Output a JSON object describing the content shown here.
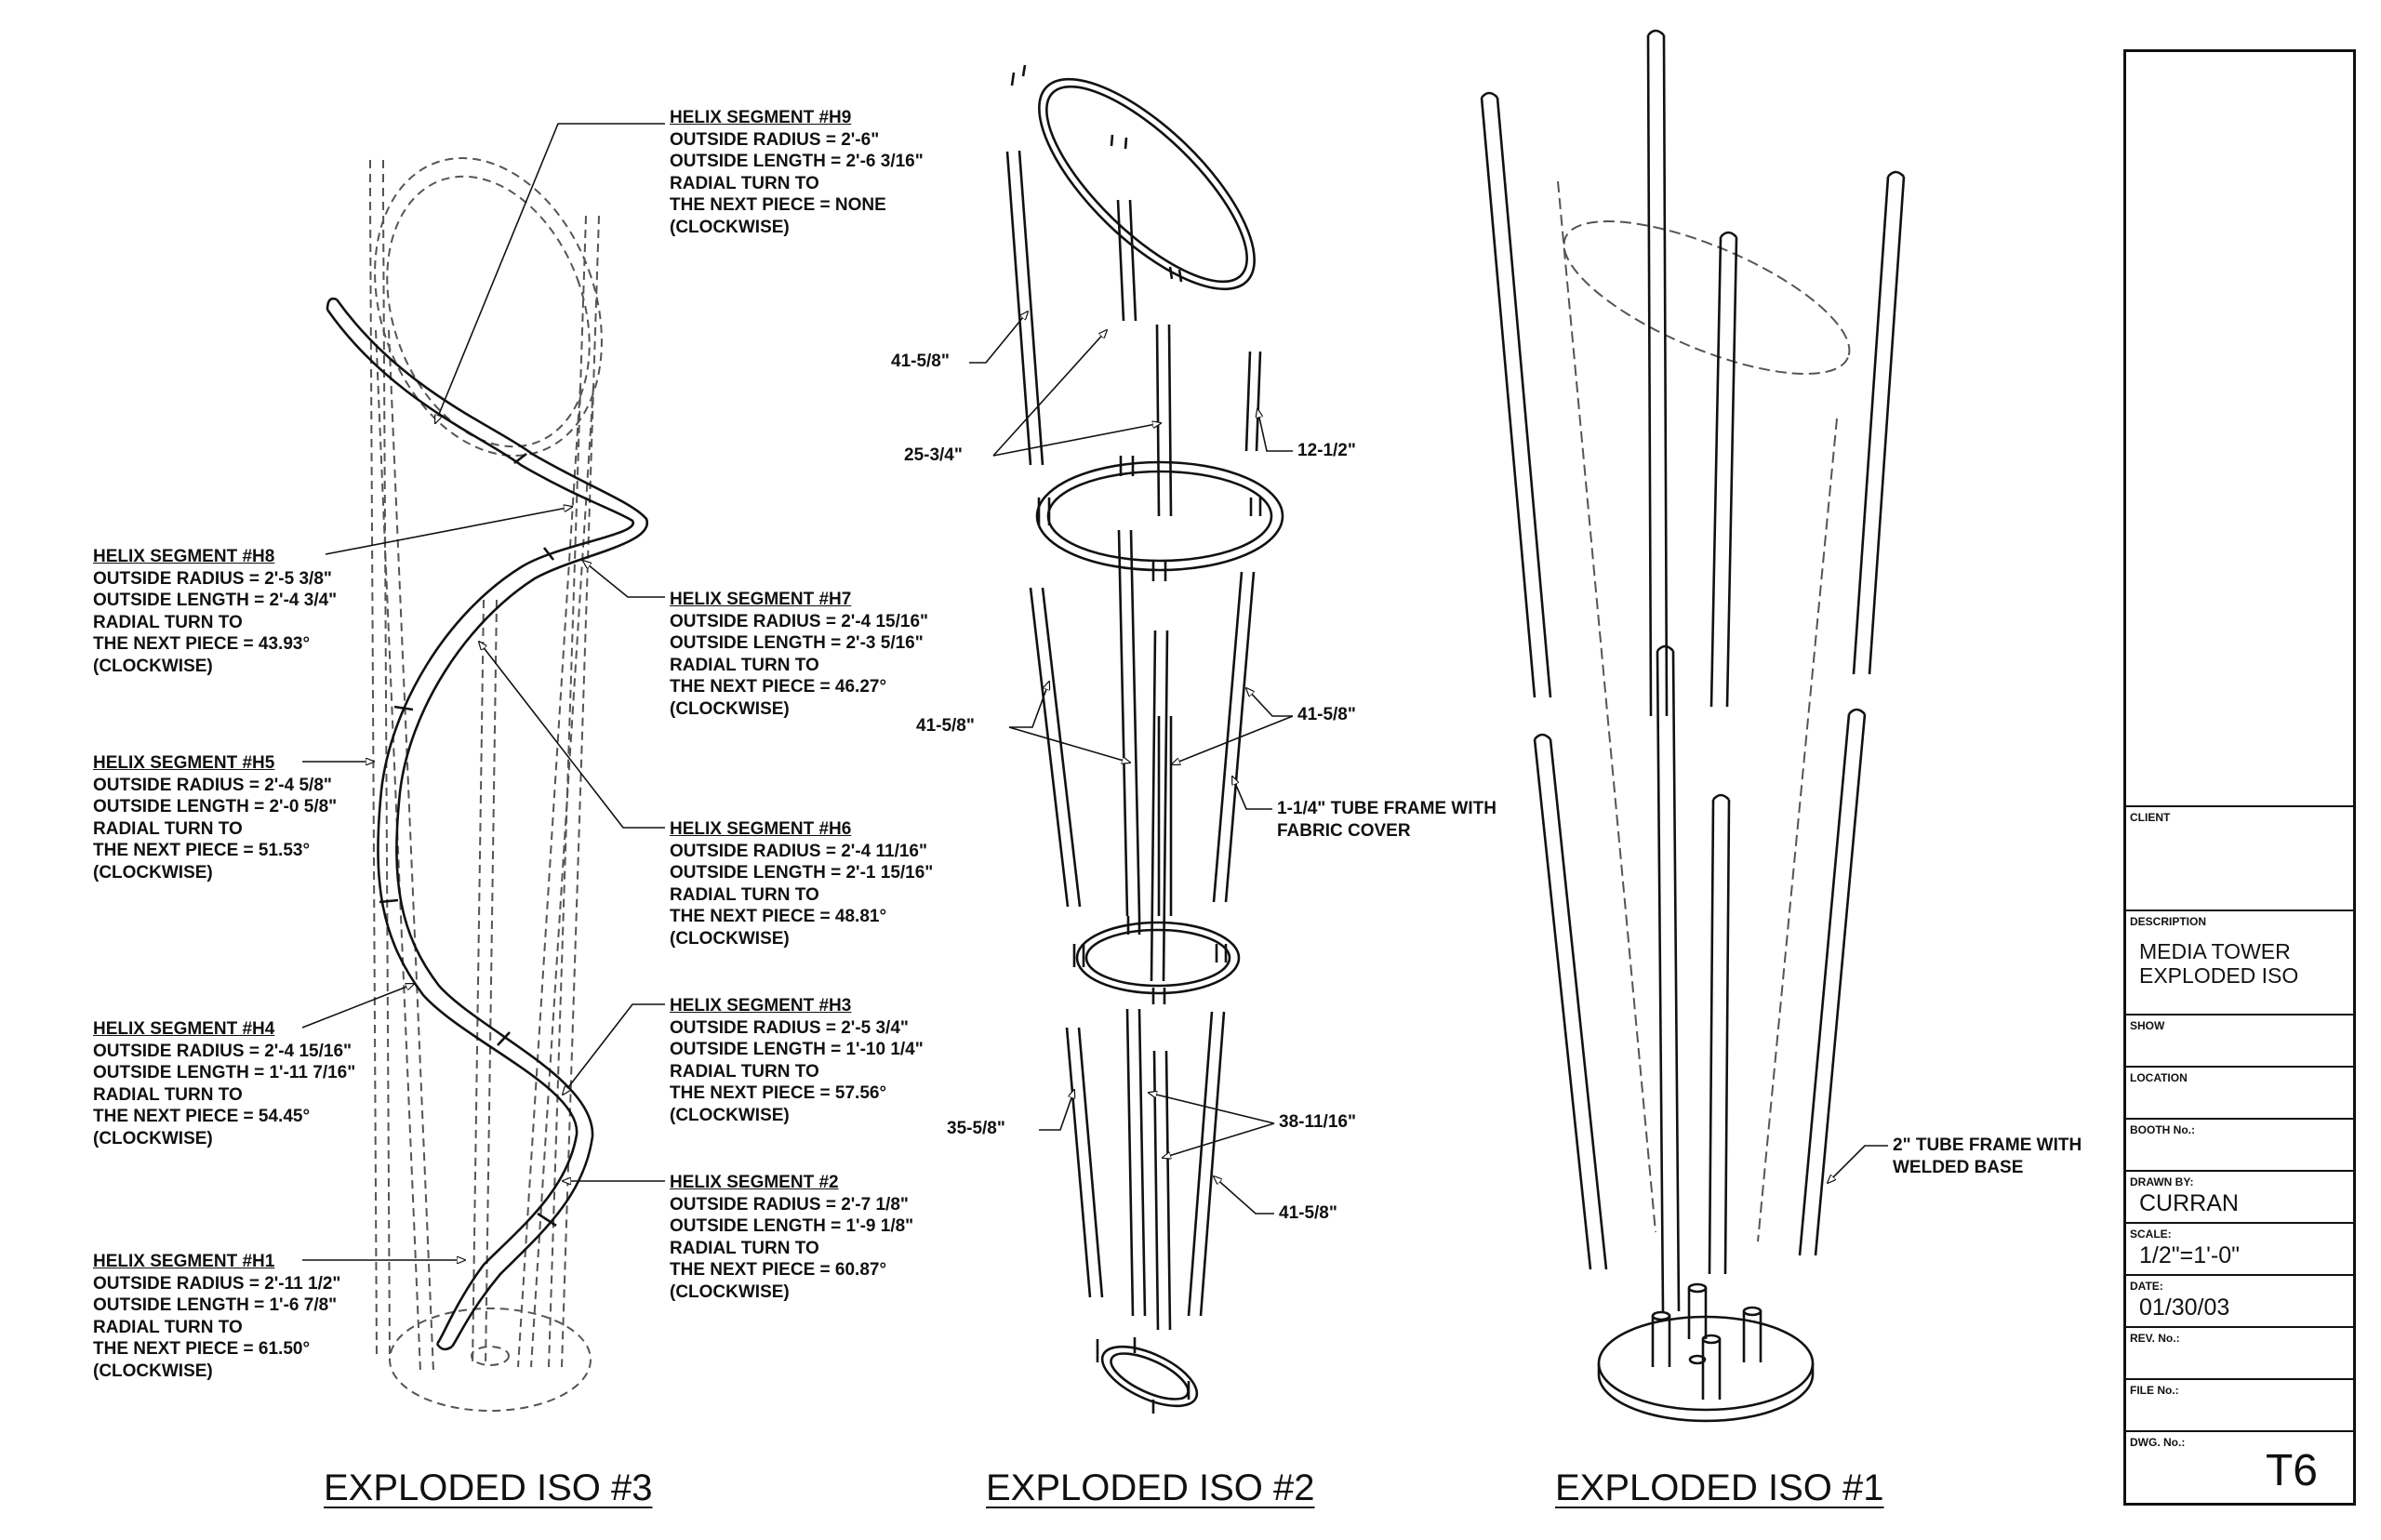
{
  "views": {
    "iso3": {
      "title": "EXPLODED ISO #3",
      "notes": [
        {
          "id": "h9",
          "lines": [
            "HELIX SEGMENT #H9",
            "OUTSIDE RADIUS = 2'-6\"",
            "OUTSIDE LENGTH = 2'-6 3/16\"",
            "RADIAL TURN TO",
            "THE NEXT PIECE = NONE",
            "(CLOCKWISE)"
          ]
        },
        {
          "id": "h8",
          "lines": [
            "HELIX SEGMENT #H8",
            "OUTSIDE RADIUS = 2'-5 3/8\"",
            "OUTSIDE LENGTH = 2'-4 3/4\"",
            "RADIAL TURN TO",
            "THE NEXT PIECE = 43.93°",
            "(CLOCKWISE)"
          ]
        },
        {
          "id": "h7",
          "lines": [
            "HELIX SEGMENT #H7",
            "OUTSIDE RADIUS = 2'-4 15/16\"",
            "OUTSIDE LENGTH = 2'-3 5/16\"",
            "RADIAL TURN TO",
            "THE NEXT PIECE = 46.27°",
            "(CLOCKWISE)"
          ]
        },
        {
          "id": "h5",
          "lines": [
            "HELIX SEGMENT #H5",
            "OUTSIDE RADIUS = 2'-4 5/8\"",
            "OUTSIDE LENGTH = 2'-0 5/8\"",
            "RADIAL TURN TO",
            "THE NEXT PIECE = 51.53°",
            "(CLOCKWISE)"
          ]
        },
        {
          "id": "h6",
          "lines": [
            "HELIX SEGMENT #H6",
            "OUTSIDE RADIUS = 2'-4 11/16\"",
            "OUTSIDE LENGTH = 2'-1 15/16\"",
            "RADIAL TURN TO",
            "THE NEXT PIECE = 48.81°",
            "(CLOCKWISE)"
          ]
        },
        {
          "id": "h3",
          "lines": [
            "HELIX SEGMENT #H3",
            "OUTSIDE RADIUS = 2'-5 3/4\"",
            "OUTSIDE LENGTH = 1'-10 1/4\"",
            "RADIAL TURN TO",
            "THE NEXT PIECE = 57.56°",
            "(CLOCKWISE)"
          ]
        },
        {
          "id": "h4",
          "lines": [
            "HELIX SEGMENT #H4",
            "OUTSIDE RADIUS = 2'-4 15/16\"",
            "OUTSIDE LENGTH = 1'-11 7/16\"",
            "RADIAL TURN TO",
            "THE NEXT PIECE = 54.45°",
            "(CLOCKWISE)"
          ]
        },
        {
          "id": "h2",
          "lines": [
            "HELIX SEGMENT #2",
            "OUTSIDE RADIUS = 2'-7 1/8\"",
            "OUTSIDE LENGTH = 1'-9 1/8\"",
            "RADIAL TURN TO",
            "THE NEXT PIECE = 60.87°",
            "(CLOCKWISE)"
          ]
        },
        {
          "id": "h1",
          "lines": [
            "HELIX SEGMENT #H1",
            "OUTSIDE RADIUS = 2'-11 1/2\"",
            "OUTSIDE LENGTH = 1'-6 7/8\"",
            "RADIAL TURN TO",
            "THE NEXT PIECE = 61.50°",
            "(CLOCKWISE)"
          ]
        }
      ]
    },
    "iso2": {
      "title": "EXPLODED ISO #2",
      "dims": {
        "d1": "41-5/8\"",
        "d2": "25-3/4\"",
        "d3": "12-1/2\"",
        "d4": "41-5/8\"",
        "d5": "41-5/8\"",
        "d6": "35-5/8\"",
        "d7": "38-11/16\"",
        "d8": "41-5/8\""
      },
      "callout": [
        "1-1/4\" TUBE FRAME WITH",
        "FABRIC COVER"
      ]
    },
    "iso1": {
      "title": "EXPLODED ISO #1",
      "callout": [
        "2\" TUBE FRAME WITH",
        "WELDED BASE"
      ]
    }
  },
  "title_block": {
    "client_label": "CLIENT",
    "client_value": "",
    "description_label": "DESCRIPTION",
    "description_lines": [
      "MEDIA TOWER",
      "EXPLODED ISO"
    ],
    "show_label": "SHOW",
    "location_label": "LOCATION",
    "booth_label": "BOOTH No.:",
    "drawn_by_label": "DRAWN BY:",
    "drawn_by_value": "CURRAN",
    "scale_label": "SCALE:",
    "scale_value": "1/2\"=1'-0\"",
    "date_label": "DATE:",
    "date_value": "01/30/03",
    "rev_label": "REV. No.:",
    "file_label": "FILE No.:",
    "dwg_label": "DWG. No.:",
    "dwg_value": "T6"
  }
}
